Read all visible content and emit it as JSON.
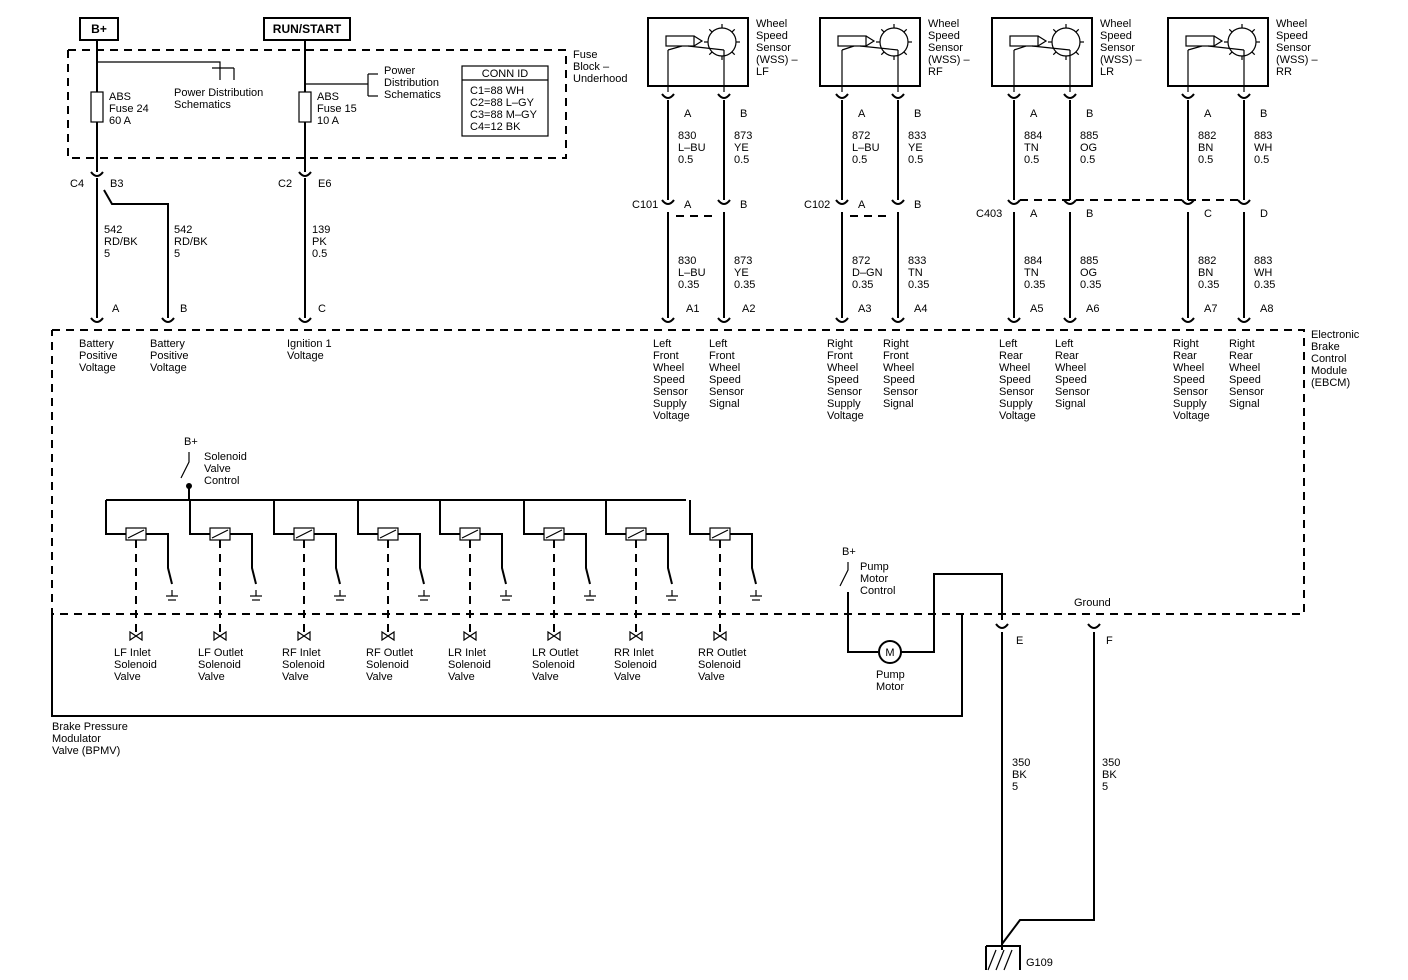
{
  "supplies": {
    "bplus": "B+",
    "run_start": "RUN/START"
  },
  "fuse_block": {
    "label": [
      "Fuse",
      "Block –",
      "Underhood"
    ],
    "abs24": [
      "ABS",
      "Fuse 24",
      "60 A"
    ],
    "abs15": [
      "ABS",
      "Fuse 15",
      "10 A"
    ],
    "power_dist_1": [
      "Power Distribution",
      "Schematics"
    ],
    "power_dist_2": [
      "Power",
      "Distribution",
      "Schematics"
    ],
    "conn_title": "CONN ID",
    "conn_rows": [
      "C1=88 WH",
      "C2=88 L–GY",
      "C3=88 M–GY",
      "C4=12 BK"
    ],
    "c4": "C4",
    "b3": "B3",
    "c2": "C2",
    "e6": "E6"
  },
  "feed_wires": [
    [
      "542",
      "RD/BK",
      "5"
    ],
    [
      "542",
      "RD/BK",
      "5"
    ],
    [
      "139",
      "PK",
      "0.5"
    ]
  ],
  "wss": [
    {
      "label": [
        "Wheel",
        "Speed",
        "Sensor",
        "(WSS) –",
        "LF"
      ]
    },
    {
      "label": [
        "Wheel",
        "Speed",
        "Sensor",
        "(WSS) –",
        "RF"
      ]
    },
    {
      "label": [
        "Wheel",
        "Speed",
        "Sensor",
        "(WSS) –",
        "LR"
      ]
    },
    {
      "label": [
        "Wheel",
        "Speed",
        "Sensor",
        "(WSS) –",
        "RR"
      ]
    }
  ],
  "wss_upper_wires": [
    [
      "830",
      "L–BU",
      "0.5"
    ],
    [
      "873",
      "YE",
      "0.5"
    ],
    [
      "872",
      "L–BU",
      "0.5"
    ],
    [
      "833",
      "YE",
      "0.5"
    ],
    [
      "884",
      "TN",
      "0.5"
    ],
    [
      "885",
      "OG",
      "0.5"
    ],
    [
      "882",
      "BN",
      "0.5"
    ],
    [
      "883",
      "WH",
      "0.5"
    ]
  ],
  "wss_lower_wires": [
    [
      "830",
      "L–BU",
      "0.35"
    ],
    [
      "873",
      "YE",
      "0.35"
    ],
    [
      "872",
      "D–GN",
      "0.35"
    ],
    [
      "833",
      "TN",
      "0.35"
    ],
    [
      "884",
      "TN",
      "0.35"
    ],
    [
      "885",
      "OG",
      "0.35"
    ],
    [
      "882",
      "BN",
      "0.35"
    ],
    [
      "883",
      "WH",
      "0.35"
    ]
  ],
  "inline_connectors": {
    "c101": "C101",
    "c102": "C102",
    "c403": "C403"
  },
  "pin_letters": {
    "a": "A",
    "b": "B",
    "c": "C",
    "d": "D"
  },
  "ebcm_pins": [
    "A",
    "B",
    "C",
    "A1",
    "A2",
    "A3",
    "A4",
    "A5",
    "A6",
    "A7",
    "A8"
  ],
  "ebcm_pin_labels": [
    [
      "Battery",
      "Positive",
      "Voltage"
    ],
    [
      "Battery",
      "Positive",
      "Voltage"
    ],
    [
      "Ignition 1",
      "Voltage"
    ],
    [
      "Left",
      "Front",
      "Wheel",
      "Speed",
      "Sensor",
      "Supply",
      "Voltage"
    ],
    [
      "Left",
      "Front",
      "Wheel",
      "Speed",
      "Sensor",
      "Signal"
    ],
    [
      "Right",
      "Front",
      "Wheel",
      "Speed",
      "Sensor",
      "Supply",
      "Voltage"
    ],
    [
      "Right",
      "Front",
      "Wheel",
      "Speed",
      "Sensor",
      "Signal"
    ],
    [
      "Left",
      "Rear",
      "Wheel",
      "Speed",
      "Sensor",
      "Supply",
      "Voltage"
    ],
    [
      "Left",
      "Rear",
      "Wheel",
      "Speed",
      "Sensor",
      "Signal"
    ],
    [
      "Right",
      "Rear",
      "Wheel",
      "Speed",
      "Sensor",
      "Supply",
      "Voltage"
    ],
    [
      "Right",
      "Rear",
      "Wheel",
      "Speed",
      "Sensor",
      "Signal"
    ]
  ],
  "ebcm_label": [
    "Electronic",
    "Brake",
    "Control",
    "Module",
    "(EBCM)"
  ],
  "solenoid_control": {
    "bplus": "B+",
    "label": [
      "Solenoid",
      "Valve",
      "Control"
    ]
  },
  "valves": [
    [
      "LF Inlet",
      "Solenoid",
      "Valve"
    ],
    [
      "LF Outlet",
      "Solenoid",
      "Valve"
    ],
    [
      "RF Inlet",
      "Solenoid",
      "Valve"
    ],
    [
      "RF Outlet",
      "Solenoid",
      "Valve"
    ],
    [
      "LR Inlet",
      "Solenoid",
      "Valve"
    ],
    [
      "LR Outlet",
      "Solenoid",
      "Valve"
    ],
    [
      "RR Inlet",
      "Solenoid",
      "Valve"
    ],
    [
      "RR Outlet",
      "Solenoid",
      "Valve"
    ]
  ],
  "pump": {
    "bplus": "B+",
    "control_label": [
      "Pump",
      "Motor",
      "Control"
    ],
    "motor_symbol": "M",
    "motor_label": [
      "Pump",
      "Motor"
    ]
  },
  "ground": {
    "label": "Ground",
    "pin_e": "E",
    "pin_f": "F",
    "g109": "G109"
  },
  "ground_wires": [
    [
      "350",
      "BK",
      "5"
    ],
    [
      "350",
      "BK",
      "5"
    ]
  ],
  "bpmv_label": [
    "Brake Pressure",
    "Modulator",
    "Valve (BPMV)"
  ]
}
